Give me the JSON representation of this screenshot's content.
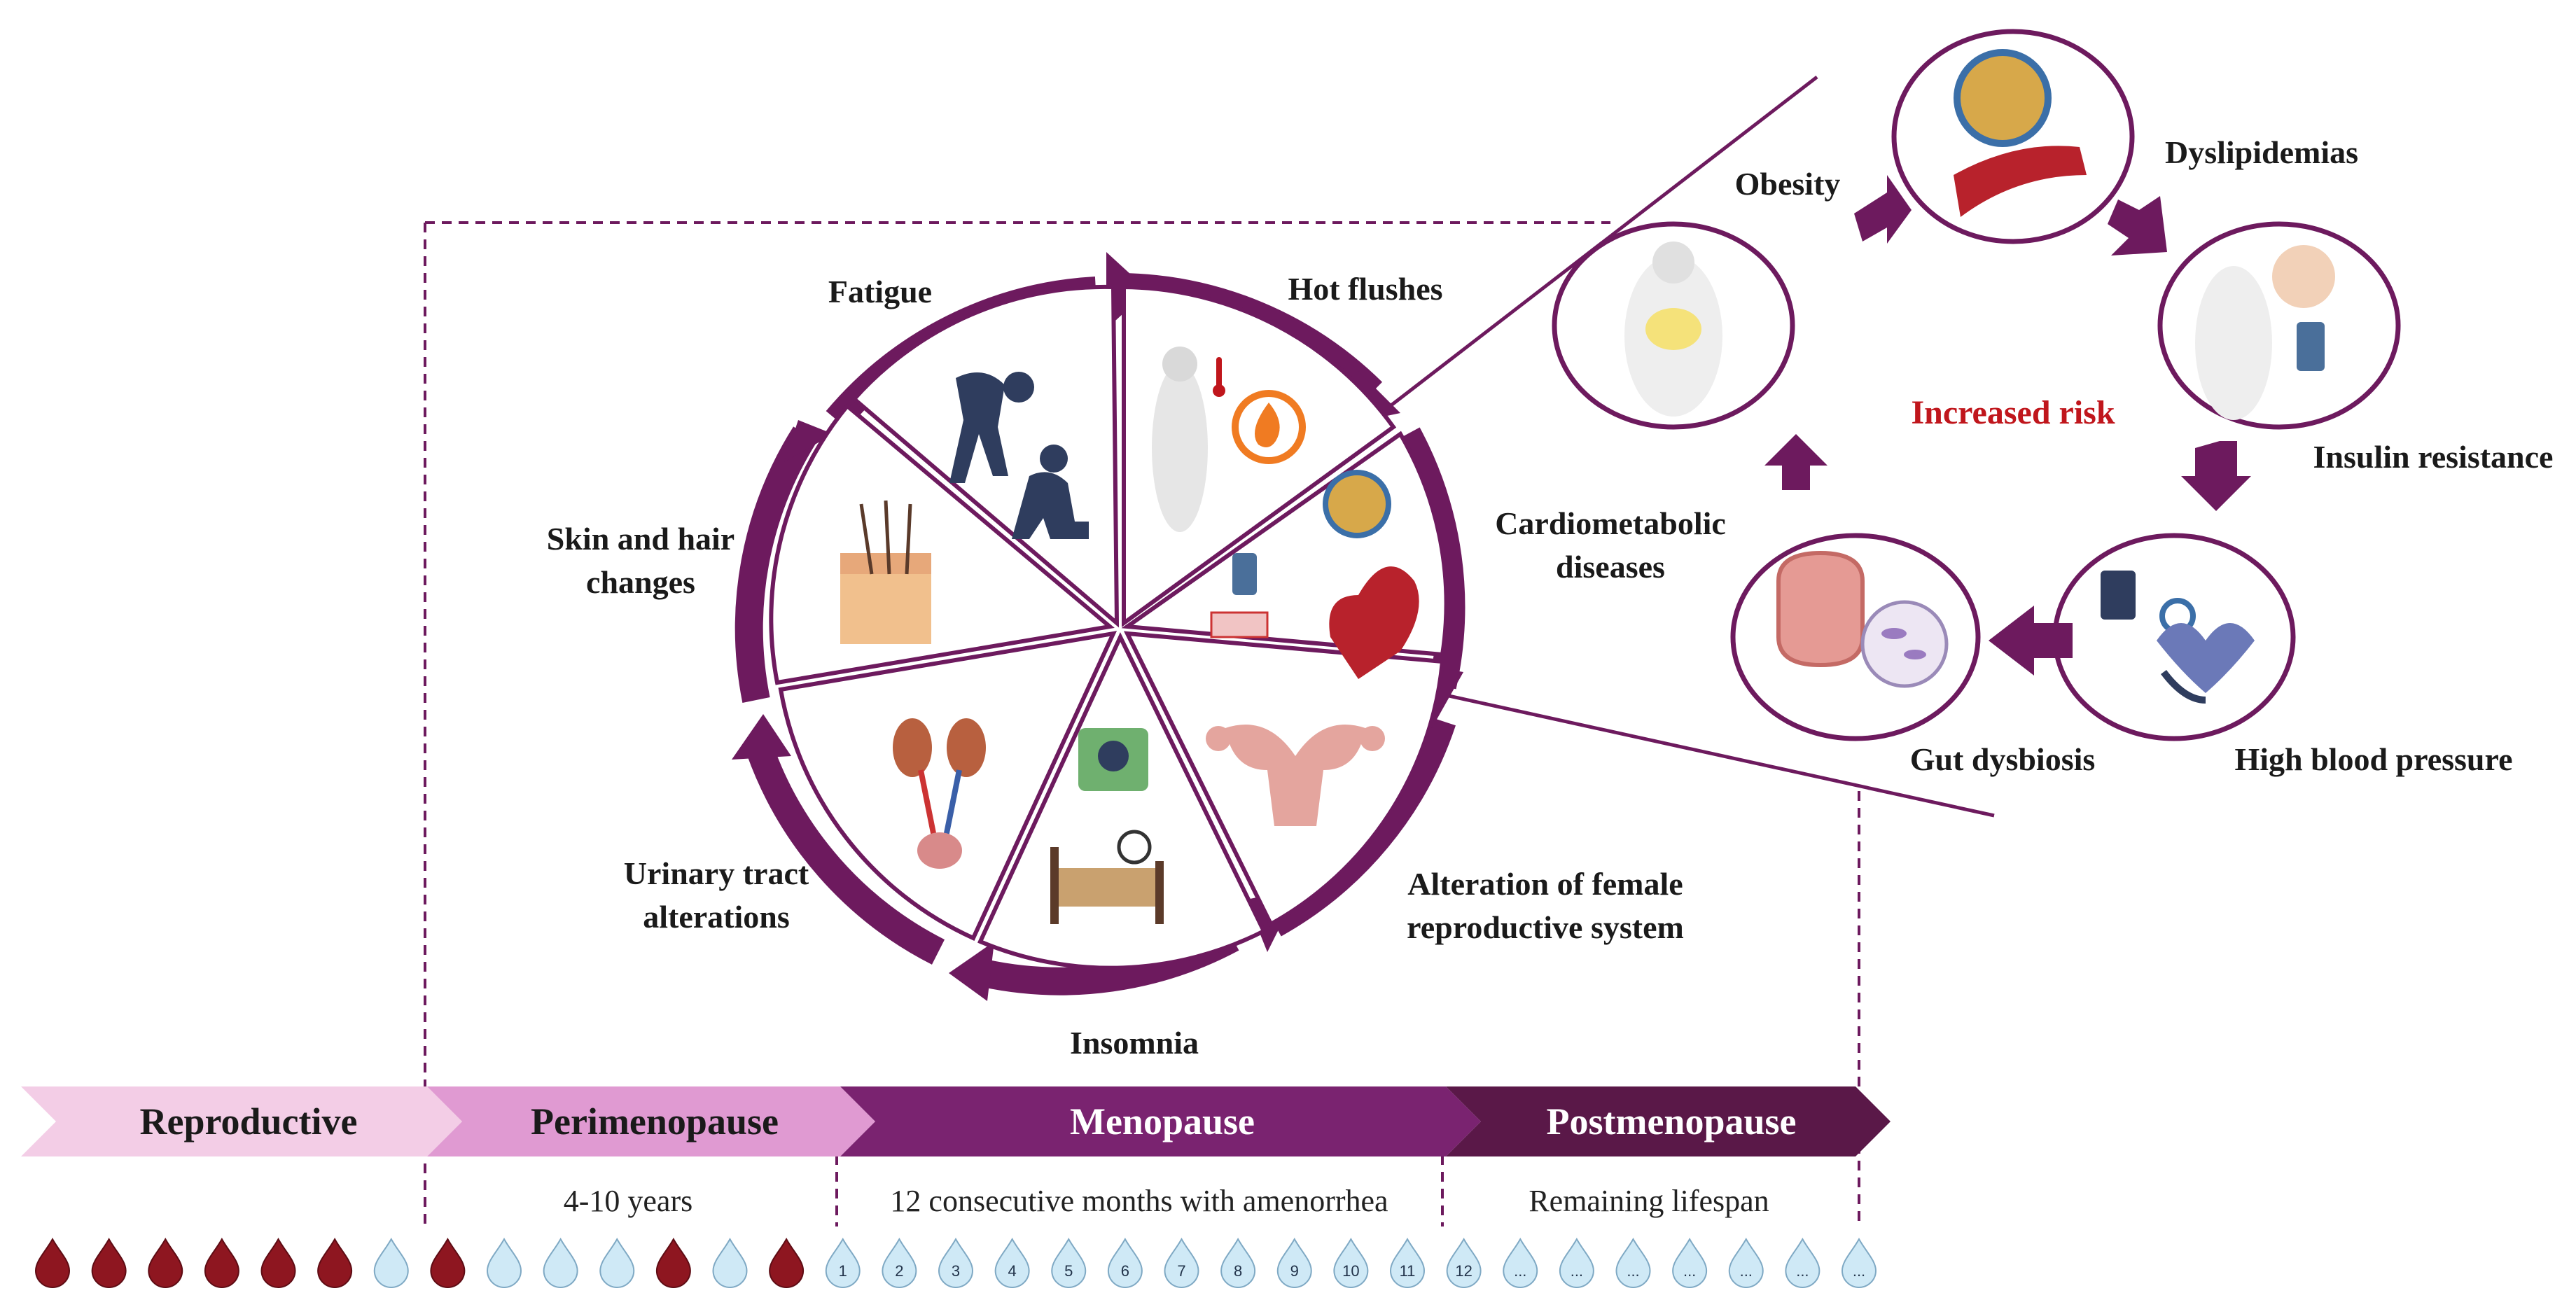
{
  "symptoms": {
    "fatigue": "Fatigue",
    "hot_flushes": "Hot flushes",
    "cardiometabolic_1": "Cardiometabolic",
    "cardiometabolic_2": "diseases",
    "reproductive_1": "Alteration of female",
    "reproductive_2": "reproductive system",
    "insomnia": "Insomnia",
    "urinary_1": "Urinary tract",
    "urinary_2": "alterations",
    "skin_1": "Skin and hair",
    "skin_2": "changes"
  },
  "risk_cycle": {
    "center": "Increased risk",
    "items": {
      "obesity": "Obesity",
      "dyslipidemias": "Dyslipidemias",
      "insulin": "Insulin resistance",
      "bp": "High blood pressure",
      "gut": "Gut dysbiosis"
    }
  },
  "phases": {
    "reproductive": "Reproductive",
    "perimenopause": "Perimenopause",
    "menopause": "Menopause",
    "postmenopause": "Postmenopause"
  },
  "durations": {
    "perimenopause": "4-10  years",
    "menopause": "12 consecutive months with amenorrhea",
    "postmenopause": "Remaining lifespan"
  },
  "timeline": {
    "sequence": [
      "r",
      "r",
      "r",
      "r",
      "r",
      "r",
      "b",
      "r",
      "b",
      "b",
      "b",
      "r",
      "b",
      "r"
    ],
    "months": [
      "1",
      "2",
      "3",
      "4",
      "5",
      "6",
      "7",
      "8",
      "9",
      "10",
      "11",
      "12"
    ],
    "ellipsis": [
      "...",
      "...",
      "...",
      "...",
      "...",
      "...",
      "..."
    ]
  },
  "colors": {
    "dark_purple": "#6d1a5e",
    "reproductive": "#f3cde6",
    "perimenopause": "#e09ad2",
    "menopause": "#7a2370",
    "postmenopause": "#5a1848",
    "blood_drop": "#8e1620",
    "water_drop": "#cfe9f6",
    "risk_red": "#c0161c"
  }
}
